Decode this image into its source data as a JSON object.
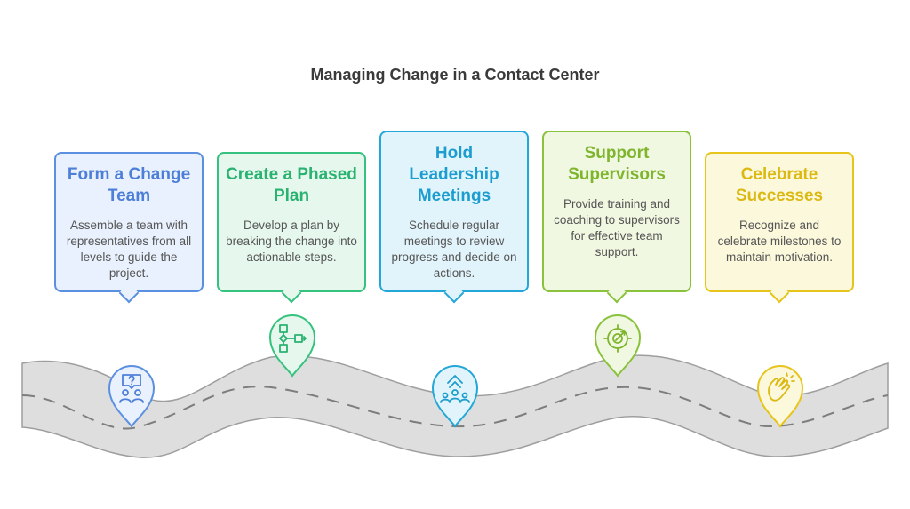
{
  "title": "Managing Change in a Contact Center",
  "steps": [
    {
      "title": "Form a Change Team",
      "description": "Assemble a team with representatives from all levels to guide the project.",
      "icon": "team-question-icon",
      "color": "#5b8fe0",
      "fill": "#e8f1fd"
    },
    {
      "title": "Create a Phased Plan",
      "description": "Develop a plan by breaking the change into actionable steps.",
      "icon": "flowchart-icon",
      "color": "#34c27e",
      "fill": "#e6f8ee"
    },
    {
      "title": "Hold Leadership Meetings",
      "description": "Schedule regular meetings to review progress and decide on actions.",
      "icon": "leadership-meeting-icon",
      "color": "#23a7d8",
      "fill": "#e2f4fb"
    },
    {
      "title": "Support Supervisors",
      "description": "Provide training and coaching to supervisors for effective team support.",
      "icon": "target-icon",
      "color": "#8ac23b",
      "fill": "#f0f8e2"
    },
    {
      "title": "Celebrate Successes",
      "description": "Recognize and celebrate milestones to maintain motivation.",
      "icon": "clapping-hands-icon",
      "color": "#e6c419",
      "fill": "#fcf8dc"
    }
  ]
}
